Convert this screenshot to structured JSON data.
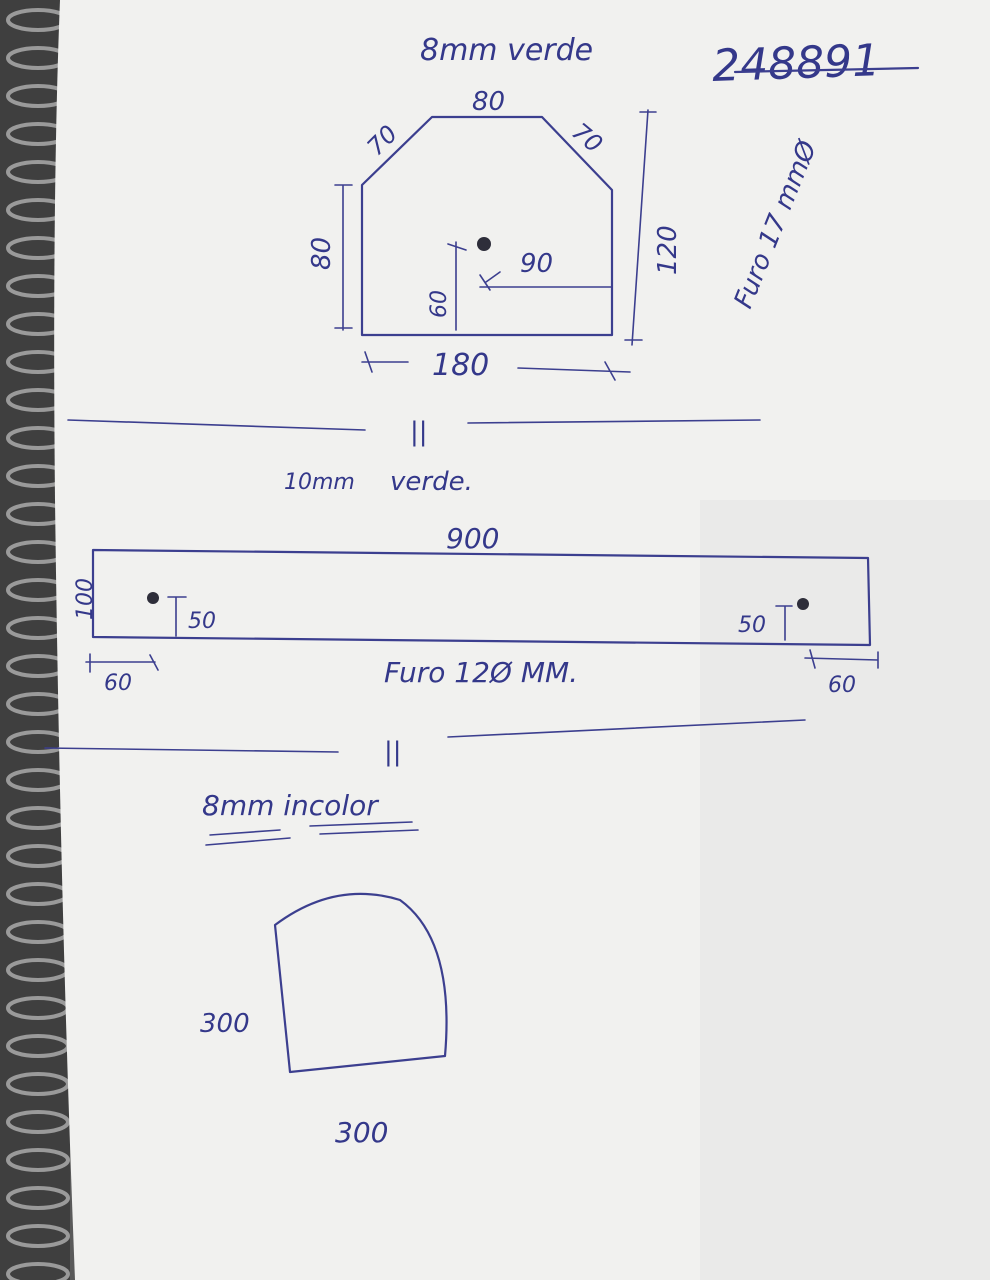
{
  "order_number": "248891",
  "section_1": {
    "material": "8mm verde",
    "hole_note": "Furo 17 mmØ",
    "dimensions": {
      "top": "80",
      "upper_left_chamfer": "70",
      "upper_right_chamfer": "70",
      "left_height": "80",
      "right_height": "120",
      "bottom_width": "180",
      "hole_from_bottom": "60",
      "hole_from_right": "90"
    }
  },
  "separator_1": "||",
  "section_2": {
    "material_thickness": "10mm",
    "material_color": "verde.",
    "dimensions": {
      "length": "900",
      "height": "100",
      "left_hole_from_edge": "60",
      "left_hole_from_bottom": "50",
      "right_hole_from_edge": "60",
      "right_hole_from_bottom": "50"
    },
    "hole_note": "Furo 12Ø MM."
  },
  "separator_2": "||",
  "section_3": {
    "material": "8mm incolor",
    "dimensions": {
      "height": "300",
      "width": "300"
    }
  }
}
